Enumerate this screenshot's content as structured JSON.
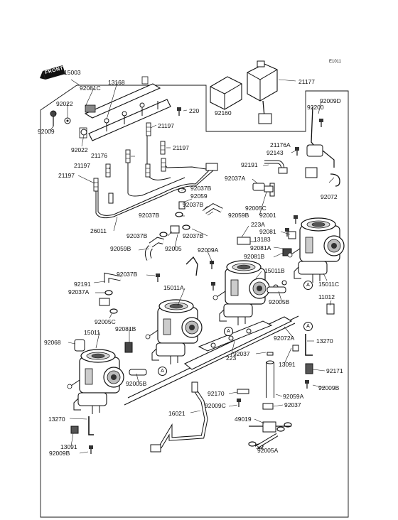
{
  "diagram_code": "E1011",
  "front_marker": "FRONT",
  "callout_letter": "A",
  "parts": {
    "p15003": "15003",
    "p92081C": "92081C",
    "p13168": "13168",
    "p92022_top": "92022",
    "p92009_left": "92009",
    "p92022_mid": "92022",
    "p220": "220",
    "p21197_a": "21197",
    "p21176_left": "21176",
    "p21197_b": "21197",
    "p21197_c": "21197",
    "p21197_d": "21197",
    "p92160": "92160",
    "p21177": "21177",
    "p92009D": "92009D",
    "p92200": "92200",
    "p21176A": "21176A",
    "p92143": "92143",
    "p92191_right": "92191",
    "p92037A_right": "92037A",
    "p92072": "92072",
    "p92037B_a": "92037B",
    "p92059_small": "92059",
    "p92037B_b": "92037B",
    "p92037B_c": "92037B",
    "p92059B_mid": "92059B",
    "p92005C_right": "92005C",
    "p92001": "92001",
    "p26011": "26011",
    "p223A": "223A",
    "p92081": "92081",
    "p92037B_d": "92037B",
    "p13183": "13183",
    "p92037B_e": "92037B",
    "p92081A": "92081A",
    "p92059B_left": "92059B",
    "p92005_mid": "92005",
    "p92009A": "92009A",
    "p92081B_right": "92081B",
    "p92037B_f": "92037B",
    "p15011B": "15011B",
    "p15011C": "15011C",
    "p92191_left": "92191",
    "p92037A_left": "92037A",
    "p15011A": "15011A",
    "p11012": "11012",
    "p92005B_right": "92005B",
    "p92005C_left": "92005C",
    "p92081B_left": "92081B",
    "p92068": "92068",
    "p15011": "15011",
    "p92072A": "92072A",
    "p13270_right": "13270",
    "p92037_mid": "92037",
    "p13091_right": "13091",
    "p92171": "92171",
    "p92005B_left": "92005B",
    "p223": "223",
    "p92009B_right": "92009B",
    "p92170": "92170",
    "p92059A": "92059A",
    "p92009C": "92009C",
    "p92037_low": "92037",
    "p16021": "16021",
    "p49019": "49019",
    "p13270_left": "13270",
    "p13091_left": "13091",
    "p92009B_left": "92009B",
    "p92005A": "92005A"
  },
  "colors": {
    "line": "#111111",
    "part_fill": "#ffffff",
    "shade": "#bfbfbf",
    "dark": "#3a3a3a"
  }
}
